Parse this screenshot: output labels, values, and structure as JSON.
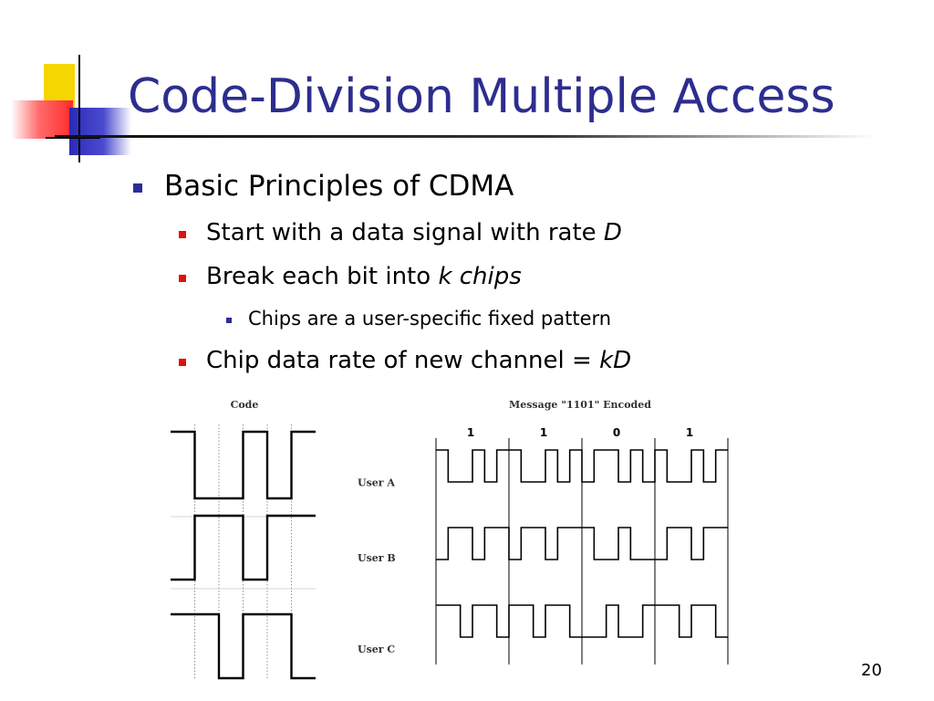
{
  "slide": {
    "title": "Code-Division Multiple Access",
    "page_number": "20"
  },
  "bullets": {
    "b1": "Basic Principles of CDMA",
    "b2_text": "Start with a data signal with rate ",
    "b2_em": "D",
    "b3_text": "Break each bit into ",
    "b3_em": "k chips",
    "b4": "Chips are a user-specific fixed pattern",
    "b5_text": "Chip data rate of new channel = ",
    "b5_em": "kD"
  },
  "figure": {
    "code_heading": "Code",
    "message_heading": "Message \"1101\" Encoded",
    "message_bits": [
      "1",
      "1",
      "0",
      "1"
    ],
    "users": [
      {
        "label": "User A",
        "code": [
          1,
          0,
          0,
          1,
          0,
          1
        ]
      },
      {
        "label": "User B",
        "code": [
          0,
          1,
          1,
          0,
          1,
          1
        ]
      },
      {
        "label": "User C",
        "code": [
          1,
          1,
          0,
          1,
          1,
          0
        ]
      }
    ],
    "colors": {
      "ink": "#000000",
      "title": "#2d2d8f"
    }
  }
}
